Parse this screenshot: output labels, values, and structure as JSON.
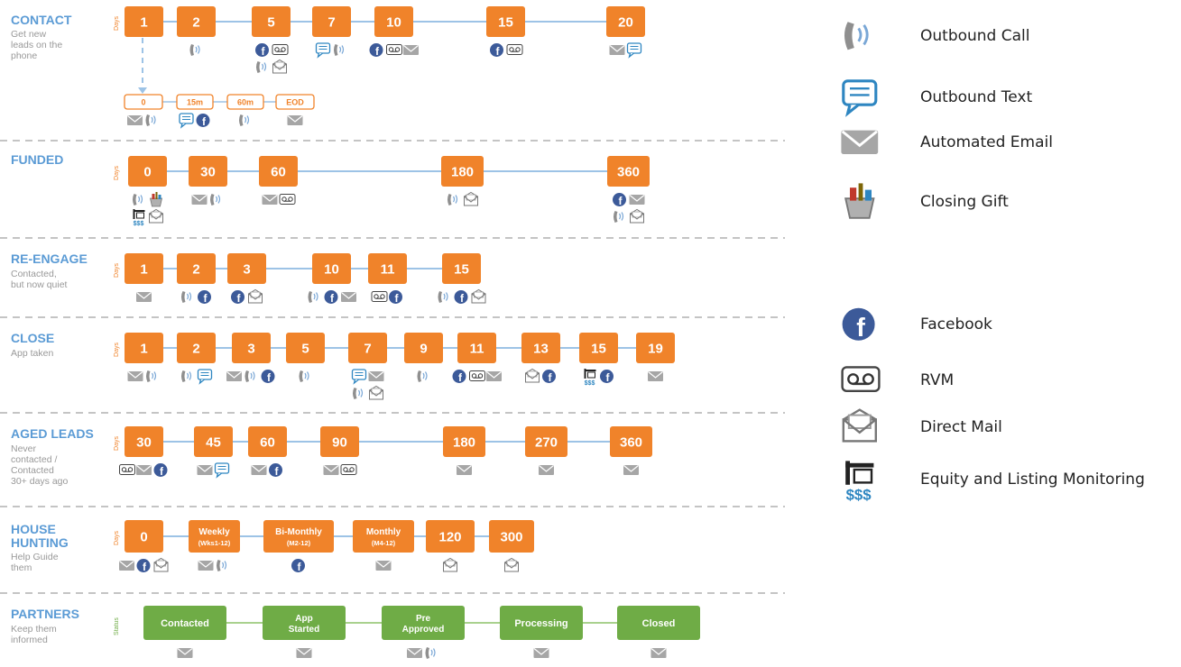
{
  "colors": {
    "orange": "#F0832A",
    "green": "#6FAC46",
    "blue_title": "#5B9BD5",
    "line": "#9DC3E6",
    "grey_text": "#999999",
    "icon_blue": "#3C5A99",
    "icon_grey": "#8F8F8F"
  },
  "days_label": "Days",
  "status_label": "Status",
  "sections": [
    {
      "title": "CONTACT",
      "subtitle": [
        "Get new",
        "leads on the",
        "phone"
      ],
      "steps": [
        {
          "label": "1",
          "icons": [
            []
          ]
        },
        {
          "label": "2",
          "icons": [
            [
              "phone"
            ]
          ]
        },
        {
          "label": "5",
          "icons": [
            [
              "facebook",
              "rvm"
            ],
            [
              "phone",
              "direct-mail"
            ]
          ]
        },
        {
          "label": "7",
          "icons": [
            [
              "text",
              "phone"
            ]
          ]
        },
        {
          "label": "10",
          "icons": [
            [
              "facebook",
              "rvm",
              "email"
            ]
          ]
        },
        {
          "label": "15",
          "icons": [
            [
              "facebook",
              "rvm"
            ]
          ]
        },
        {
          "label": "20",
          "icons": [
            [
              "email",
              "text"
            ]
          ]
        }
      ],
      "substeps": [
        {
          "label": "0",
          "icons": [
            "email",
            "phone"
          ]
        },
        {
          "label": "15m",
          "icons": [
            "text",
            "facebook"
          ]
        },
        {
          "label": "60m",
          "icons": [
            "phone"
          ]
        },
        {
          "label": "EOD",
          "icons": [
            "email"
          ]
        }
      ]
    },
    {
      "title": "FUNDED",
      "subtitle": [],
      "steps": [
        {
          "label": "0",
          "icons": [
            [
              "phone",
              "gift"
            ],
            [
              "equity",
              "direct-mail"
            ]
          ]
        },
        {
          "label": "30",
          "icons": [
            [
              "email",
              "phone"
            ]
          ]
        },
        {
          "label": "60",
          "icons": [
            [
              "email",
              "rvm"
            ]
          ]
        },
        {
          "label": "180",
          "icons": [
            [
              "phone",
              "direct-mail"
            ]
          ]
        },
        {
          "label": "360",
          "icons": [
            [
              "facebook",
              "email"
            ],
            [
              "phone",
              "direct-mail"
            ]
          ]
        }
      ]
    },
    {
      "title": "RE-ENGAGE",
      "subtitle": [
        "Contacted,",
        "but now quiet"
      ],
      "steps": [
        {
          "label": "1",
          "icons": [
            [
              "email"
            ]
          ]
        },
        {
          "label": "2",
          "icons": [
            [
              "phone",
              "facebook"
            ]
          ]
        },
        {
          "label": "3",
          "icons": [
            [
              "facebook",
              "direct-mail"
            ]
          ]
        },
        {
          "label": "10",
          "icons": [
            [
              "phone",
              "facebook",
              "email"
            ]
          ]
        },
        {
          "label": "11",
          "icons": [
            [
              "rvm",
              "facebook"
            ]
          ]
        },
        {
          "label": "15",
          "icons": [
            [
              "phone",
              "facebook",
              "direct-mail"
            ]
          ]
        }
      ]
    },
    {
      "title": "CLOSE",
      "subtitle": [
        "App taken"
      ],
      "steps": [
        {
          "label": "1",
          "icons": [
            [
              "email",
              "phone"
            ]
          ]
        },
        {
          "label": "2",
          "icons": [
            [
              "phone",
              "text"
            ]
          ]
        },
        {
          "label": "3",
          "icons": [
            [
              "email",
              "phone",
              "facebook"
            ]
          ]
        },
        {
          "label": "5",
          "icons": [
            [
              "phone"
            ]
          ]
        },
        {
          "label": "7",
          "icons": [
            [
              "text",
              "email"
            ],
            [
              "phone",
              "direct-mail"
            ]
          ]
        },
        {
          "label": "9",
          "icons": [
            [
              "phone"
            ]
          ]
        },
        {
          "label": "11",
          "icons": [
            [
              "facebook",
              "rvm",
              "email"
            ]
          ]
        },
        {
          "label": "13",
          "icons": [
            [
              "direct-mail",
              "facebook"
            ]
          ]
        },
        {
          "label": "15",
          "icons": [
            [
              "equity",
              "facebook"
            ]
          ]
        },
        {
          "label": "19",
          "icons": [
            [
              "email"
            ]
          ]
        }
      ]
    },
    {
      "title": "AGED LEADS",
      "subtitle": [
        "Never",
        "contacted /",
        "Contacted",
        "30+ days ago"
      ],
      "steps": [
        {
          "label": "30",
          "icons": [
            [
              "rvm",
              "email",
              "facebook"
            ]
          ]
        },
        {
          "label": "45",
          "icons": [
            [
              "email",
              "text"
            ]
          ]
        },
        {
          "label": "60",
          "icons": [
            [
              "email",
              "facebook"
            ]
          ]
        },
        {
          "label": "90",
          "icons": [
            [
              "email",
              "rvm"
            ]
          ]
        },
        {
          "label": "180",
          "icons": [
            [
              "email"
            ]
          ]
        },
        {
          "label": "270",
          "icons": [
            [
              "email"
            ]
          ]
        },
        {
          "label": "360",
          "icons": [
            [
              "email"
            ]
          ]
        }
      ]
    },
    {
      "title": "HOUSE",
      "title2": "HUNTING",
      "subtitle": [
        "Help Guide",
        "them"
      ],
      "steps": [
        {
          "label": "0",
          "icons": [
            [
              "email",
              "facebook",
              "direct-mail"
            ]
          ]
        },
        {
          "label": "Weekly",
          "sublabel": "(Wks1-12)",
          "icons": [
            [
              "email",
              "phone"
            ]
          ]
        },
        {
          "label": "Bi-Monthly",
          "sublabel": "(M2-12)",
          "icons": [
            [
              "facebook"
            ]
          ]
        },
        {
          "label": "Monthly",
          "sublabel": "(M4-12)",
          "icons": [
            [
              "email"
            ]
          ]
        },
        {
          "label": "120",
          "icons": [
            [
              "direct-mail"
            ]
          ]
        },
        {
          "label": "300",
          "icons": [
            [
              "direct-mail"
            ]
          ]
        }
      ]
    },
    {
      "title": "PARTNERS",
      "subtitle": [
        "Keep them",
        "informed"
      ],
      "steps": [
        {
          "label": "Contacted",
          "icons": [
            [
              "email"
            ]
          ]
        },
        {
          "label": "App",
          "sublabel": "Started",
          "icons": [
            [
              "email"
            ]
          ]
        },
        {
          "label": "Pre",
          "sublabel": "Approved",
          "icons": [
            [
              "email",
              "phone"
            ]
          ]
        },
        {
          "label": "Processing",
          "icons": [
            [
              "email"
            ]
          ]
        },
        {
          "label": "Closed",
          "icons": [
            [
              "email"
            ]
          ]
        }
      ]
    }
  ],
  "legend": [
    {
      "icon": "phone",
      "label": "Outbound Call"
    },
    {
      "icon": "text",
      "label": "Outbound Text"
    },
    {
      "icon": "email",
      "label": "Automated Email"
    },
    {
      "icon": "gift",
      "label": "Closing Gift"
    },
    {
      "icon": "facebook",
      "label": "Facebook"
    },
    {
      "icon": "rvm",
      "label": "RVM"
    },
    {
      "icon": "direct-mail",
      "label": "Direct Mail"
    },
    {
      "icon": "equity",
      "label": "Equity and Listing Monitoring"
    }
  ]
}
